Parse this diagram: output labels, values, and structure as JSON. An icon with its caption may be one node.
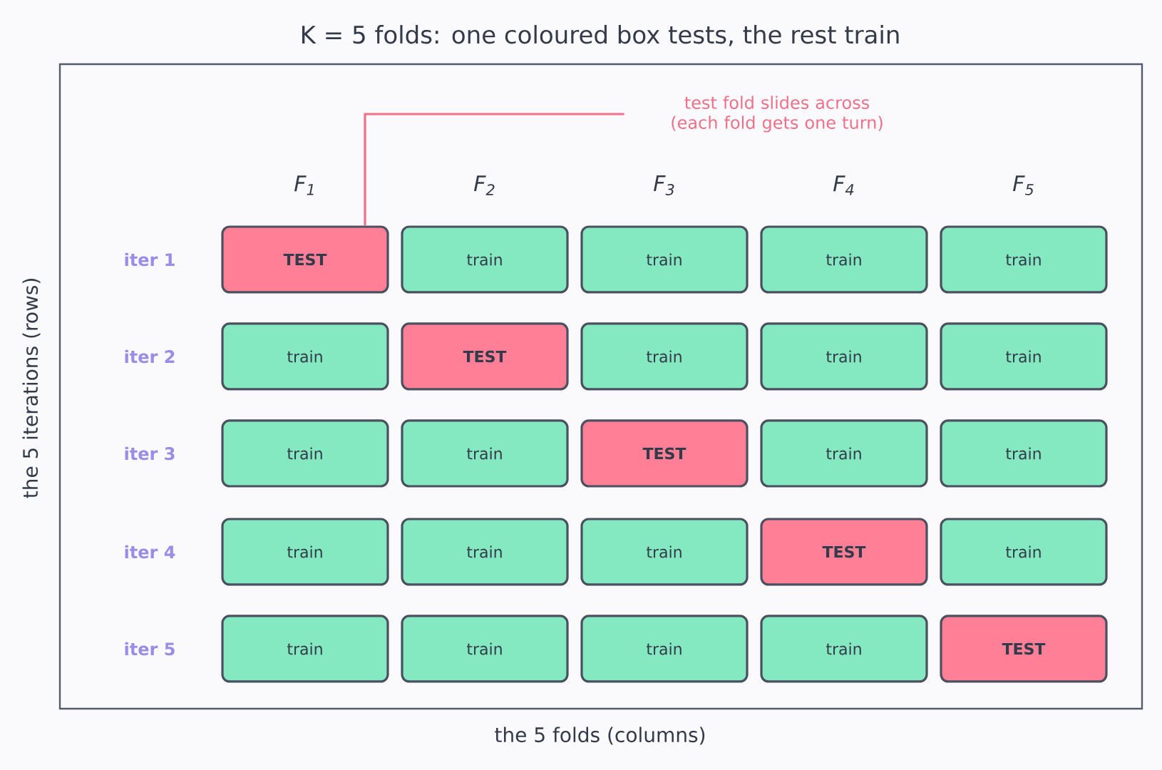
{
  "diagram": {
    "title": "K = 5 folds: one coloured box tests, the rest train",
    "nodes": [
      {
        "text": [
          "TEST"
        ]
      },
      {
        "text": [
          "train"
        ]
      },
      {
        "text": [
          "train"
        ]
      },
      {
        "text": [
          "train"
        ]
      },
      {
        "text": [
          "train"
        ]
      },
      {
        "text": [
          "train"
        ]
      },
      {
        "text": [
          "TEST"
        ]
      },
      {
        "text": [
          "train"
        ]
      },
      {
        "text": [
          "train"
        ]
      },
      {
        "text": [
          "train"
        ]
      },
      {
        "text": [
          "train"
        ]
      },
      {
        "text": [
          "train"
        ]
      },
      {
        "text": [
          "TEST"
        ]
      },
      {
        "text": [
          "train"
        ]
      },
      {
        "text": [
          "train"
        ]
      },
      {
        "text": [
          "train"
        ]
      },
      {
        "text": [
          "train"
        ]
      },
      {
        "text": [
          "train"
        ]
      },
      {
        "text": [
          "TEST"
        ]
      },
      {
        "text": [
          "train"
        ]
      },
      {
        "text": [
          "train"
        ]
      },
      {
        "text": [
          "train"
        ]
      },
      {
        "text": [
          "train"
        ]
      },
      {
        "text": [
          "train"
        ]
      },
      {
        "text": [
          "TEST"
        ]
      },
      {
        "text": [
          "test fold slides across (each fold gets one turn)"
        ]
      }
    ],
    "edges": [
      {
        "from": 25,
        "to": 0,
        "arrow": "none"
      }
    ],
    "labels": [
      "F$_{1}$",
      "F$_{2}$",
      "F$_{3}$",
      "F$_{4}$",
      "F$_{5}$",
      "iter 1",
      "iter 2",
      "iter 3",
      "iter 4",
      "iter 5",
      "the 5 folds (columns)",
      "the 5 iterations (rows)"
    ]
  }
}
